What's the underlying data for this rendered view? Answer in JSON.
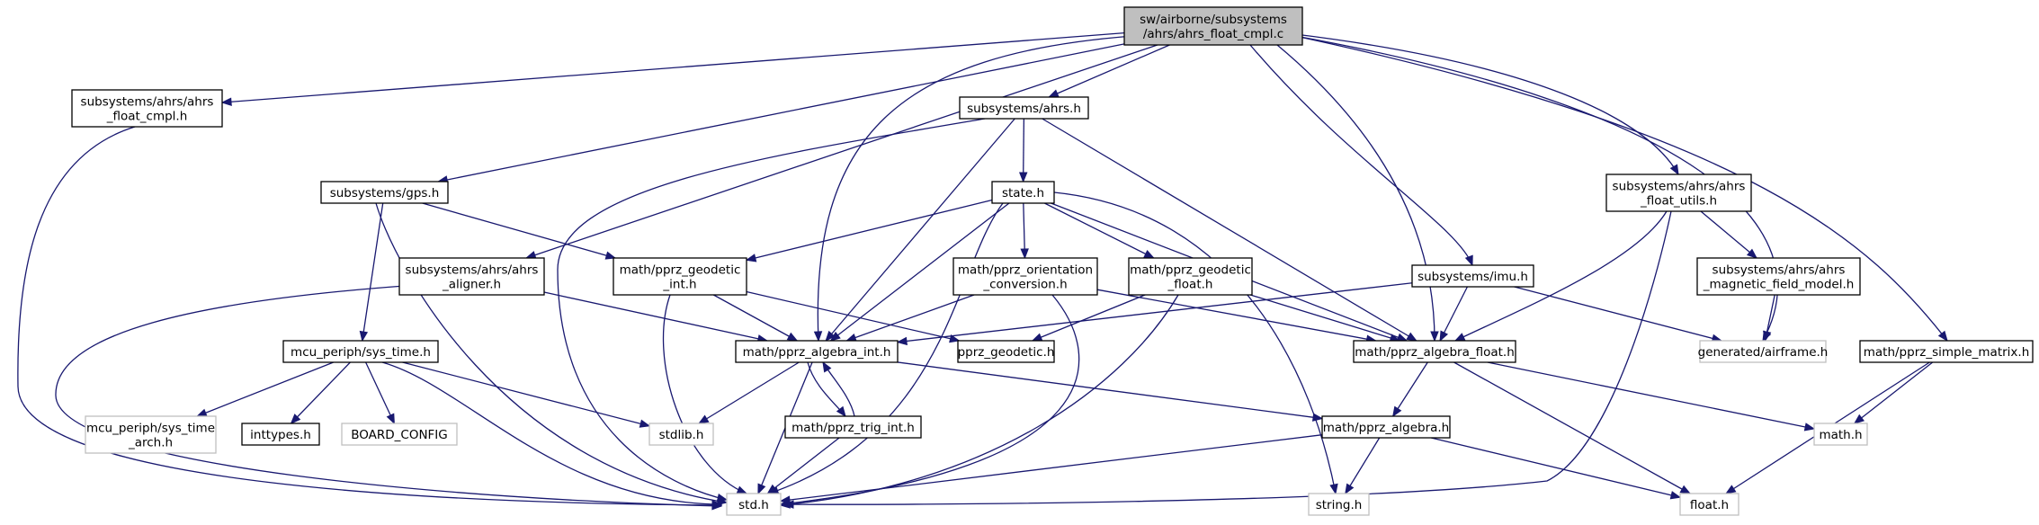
{
  "graph": {
    "nodes": [
      {
        "id": "root",
        "lines": [
          "sw/airborne/subsystems",
          "/ahrs/ahrs_float_cmpl.c"
        ],
        "kind": "root"
      },
      {
        "id": "ahrs_float_cmpl_h",
        "lines": [
          "subsystems/ahrs/ahrs",
          "_float_cmpl.h"
        ],
        "kind": "file"
      },
      {
        "id": "ahrs_h",
        "lines": [
          "subsystems/ahrs.h"
        ],
        "kind": "file"
      },
      {
        "id": "gps_h",
        "lines": [
          "subsystems/gps.h"
        ],
        "kind": "file"
      },
      {
        "id": "state_h",
        "lines": [
          "state.h"
        ],
        "kind": "file"
      },
      {
        "id": "ahrs_float_utils_h",
        "lines": [
          "subsystems/ahrs/ahrs",
          "_float_utils.h"
        ],
        "kind": "file"
      },
      {
        "id": "ahrs_aligner_h",
        "lines": [
          "subsystems/ahrs/ahrs",
          "_aligner.h"
        ],
        "kind": "file"
      },
      {
        "id": "pprz_geodetic_int_h",
        "lines": [
          "math/pprz_geodetic",
          "_int.h"
        ],
        "kind": "file"
      },
      {
        "id": "pprz_orientation_conversion_h",
        "lines": [
          "math/pprz_orientation",
          "_conversion.h"
        ],
        "kind": "file"
      },
      {
        "id": "pprz_geodetic_float_h",
        "lines": [
          "math/pprz_geodetic",
          "_float.h"
        ],
        "kind": "file"
      },
      {
        "id": "imu_h",
        "lines": [
          "subsystems/imu.h"
        ],
        "kind": "file"
      },
      {
        "id": "ahrs_magnetic_field_model_h",
        "lines": [
          "subsystems/ahrs/ahrs",
          "_magnetic_field_model.h"
        ],
        "kind": "file"
      },
      {
        "id": "sys_time_h",
        "lines": [
          "mcu_periph/sys_time.h"
        ],
        "kind": "file"
      },
      {
        "id": "pprz_algebra_int_h",
        "lines": [
          "math/pprz_algebra_int.h"
        ],
        "kind": "file"
      },
      {
        "id": "pprz_geodetic_h",
        "lines": [
          "pprz_geodetic.h"
        ],
        "kind": "file"
      },
      {
        "id": "pprz_algebra_float_h",
        "lines": [
          "math/pprz_algebra_float.h"
        ],
        "kind": "file"
      },
      {
        "id": "airframe_h",
        "lines": [
          "generated/airframe.h"
        ],
        "kind": "ext"
      },
      {
        "id": "pprz_simple_matrix_h",
        "lines": [
          "math/pprz_simple_matrix.h"
        ],
        "kind": "file"
      },
      {
        "id": "sys_time_arch_h",
        "lines": [
          "mcu_periph/sys_time",
          "_arch.h"
        ],
        "kind": "ext"
      },
      {
        "id": "inttypes_h",
        "lines": [
          "inttypes.h"
        ],
        "kind": "file"
      },
      {
        "id": "board_config",
        "lines": [
          "BOARD_CONFIG"
        ],
        "kind": "ext"
      },
      {
        "id": "stdlib_h",
        "lines": [
          "stdlib.h"
        ],
        "kind": "ext"
      },
      {
        "id": "pprz_trig_int_h",
        "lines": [
          "math/pprz_trig_int.h"
        ],
        "kind": "file"
      },
      {
        "id": "pprz_algebra_h",
        "lines": [
          "math/pprz_algebra.h"
        ],
        "kind": "file"
      },
      {
        "id": "math_h",
        "lines": [
          "math.h"
        ],
        "kind": "ext"
      },
      {
        "id": "std_h",
        "lines": [
          "std.h"
        ],
        "kind": "ext"
      },
      {
        "id": "string_h",
        "lines": [
          "string.h"
        ],
        "kind": "ext"
      },
      {
        "id": "float_h",
        "lines": [
          "float.h"
        ],
        "kind": "ext"
      }
    ],
    "edges": [
      {
        "from": "root",
        "to": "ahrs_float_cmpl_h"
      },
      {
        "from": "root",
        "to": "ahrs_h"
      },
      {
        "from": "root",
        "to": "gps_h"
      },
      {
        "from": "root",
        "to": "ahrs_aligner_h"
      },
      {
        "from": "root",
        "to": "pprz_algebra_int_h"
      },
      {
        "from": "root",
        "to": "imu_h"
      },
      {
        "from": "root",
        "to": "pprz_algebra_float_h"
      },
      {
        "from": "root",
        "to": "ahrs_float_utils_h"
      },
      {
        "from": "root",
        "to": "airframe_h"
      },
      {
        "from": "root",
        "to": "pprz_simple_matrix_h"
      },
      {
        "from": "ahrs_float_cmpl_h",
        "to": "std_h"
      },
      {
        "from": "ahrs_h",
        "to": "std_h"
      },
      {
        "from": "ahrs_h",
        "to": "state_h"
      },
      {
        "from": "ahrs_h",
        "to": "pprz_algebra_int_h"
      },
      {
        "from": "ahrs_h",
        "to": "pprz_algebra_float_h"
      },
      {
        "from": "gps_h",
        "to": "sys_time_h"
      },
      {
        "from": "gps_h",
        "to": "std_h"
      },
      {
        "from": "gps_h",
        "to": "pprz_geodetic_int_h"
      },
      {
        "from": "state_h",
        "to": "pprz_geodetic_int_h"
      },
      {
        "from": "state_h",
        "to": "pprz_orientation_conversion_h"
      },
      {
        "from": "state_h",
        "to": "pprz_geodetic_float_h"
      },
      {
        "from": "state_h",
        "to": "pprz_algebra_int_h"
      },
      {
        "from": "state_h",
        "to": "pprz_algebra_float_h"
      },
      {
        "from": "state_h",
        "to": "std_h"
      },
      {
        "from": "state_h",
        "to": "string_h"
      },
      {
        "from": "ahrs_aligner_h",
        "to": "std_h"
      },
      {
        "from": "ahrs_aligner_h",
        "to": "pprz_algebra_int_h"
      },
      {
        "from": "pprz_geodetic_int_h",
        "to": "pprz_algebra_int_h"
      },
      {
        "from": "pprz_geodetic_int_h",
        "to": "pprz_geodetic_h"
      },
      {
        "from": "pprz_geodetic_int_h",
        "to": "std_h"
      },
      {
        "from": "pprz_orientation_conversion_h",
        "to": "pprz_algebra_int_h"
      },
      {
        "from": "pprz_orientation_conversion_h",
        "to": "pprz_algebra_float_h"
      },
      {
        "from": "pprz_orientation_conversion_h",
        "to": "std_h"
      },
      {
        "from": "pprz_geodetic_float_h",
        "to": "pprz_geodetic_h"
      },
      {
        "from": "pprz_geodetic_float_h",
        "to": "pprz_algebra_float_h"
      },
      {
        "from": "pprz_geodetic_float_h",
        "to": "std_h"
      },
      {
        "from": "imu_h",
        "to": "pprz_algebra_int_h"
      },
      {
        "from": "imu_h",
        "to": "pprz_algebra_float_h"
      },
      {
        "from": "imu_h",
        "to": "airframe_h"
      },
      {
        "from": "ahrs_float_utils_h",
        "to": "pprz_algebra_float_h"
      },
      {
        "from": "ahrs_float_utils_h",
        "to": "ahrs_magnetic_field_model_h"
      },
      {
        "from": "ahrs_float_utils_h",
        "to": "std_h"
      },
      {
        "from": "ahrs_magnetic_field_model_h",
        "to": "airframe_h"
      },
      {
        "from": "sys_time_h",
        "to": "sys_time_arch_h"
      },
      {
        "from": "sys_time_h",
        "to": "inttypes_h"
      },
      {
        "from": "sys_time_h",
        "to": "board_config"
      },
      {
        "from": "sys_time_h",
        "to": "stdlib_h"
      },
      {
        "from": "sys_time_h",
        "to": "std_h"
      },
      {
        "from": "pprz_algebra_int_h",
        "to": "stdlib_h"
      },
      {
        "from": "pprz_algebra_int_h",
        "to": "std_h"
      },
      {
        "from": "pprz_algebra_int_h",
        "to": "pprz_trig_int_h"
      },
      {
        "from": "pprz_algebra_int_h",
        "to": "pprz_algebra_h"
      },
      {
        "from": "pprz_trig_int_h",
        "to": "pprz_algebra_int_h"
      },
      {
        "from": "pprz_trig_int_h",
        "to": "std_h"
      },
      {
        "from": "pprz_algebra_float_h",
        "to": "pprz_algebra_h"
      },
      {
        "from": "pprz_algebra_float_h",
        "to": "math_h"
      },
      {
        "from": "pprz_algebra_float_h",
        "to": "float_h"
      },
      {
        "from": "pprz_algebra_h",
        "to": "std_h"
      },
      {
        "from": "pprz_algebra_h",
        "to": "string_h"
      },
      {
        "from": "pprz_algebra_h",
        "to": "float_h"
      },
      {
        "from": "pprz_simple_matrix_h",
        "to": "math_h"
      },
      {
        "from": "pprz_simple_matrix_h",
        "to": "float_h"
      }
    ]
  },
  "colors": {
    "edge": "#191970",
    "root_fill": "#bfbfbf",
    "node_border": "#000000",
    "ext_border": "#bfbfbf",
    "background": "#ffffff"
  }
}
